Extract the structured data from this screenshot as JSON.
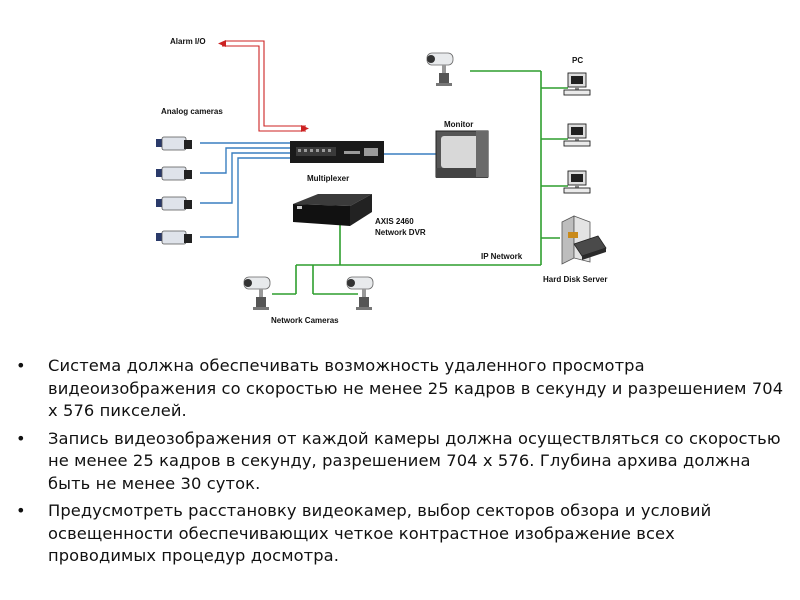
{
  "diagram": {
    "labels": {
      "alarm_io": "Alarm I/O",
      "analog_cameras": "Analog cameras",
      "multiplexer": "Multiplexer",
      "monitor": "Monitor",
      "dvr_line1": "AXIS 2460",
      "dvr_line2": "Network DVR",
      "ip_network": "IP Network",
      "network_cameras": "Network Cameras",
      "pc": "PC",
      "hard_disk_server": "Hard Disk Server"
    },
    "colors": {
      "ip_network_line": "#2e9e2e",
      "analog_line": "#3a7fc0",
      "alarm_line": "#cc2222"
    }
  },
  "bullets": {
    "marker": "•",
    "items": [
      "Система должна обеспечивать возможность удаленного просмотра видеоизображения со скоростью не менее 25 кадров в секунду и разрешением 704 х 576 пикселей.",
      "Запись видеозображения от каждой камеры должна осуществляться со скоростью не менее 25 кадров в секунду, разрешением 704 х 576. Глубина архива должна быть не менее 30 суток.",
      "Предусмотреть расстановку видеокамер, выбор секторов обзора и условий освещенности  обеспечивающих четкое контрастное изображение всех проводимых процедур досмотра."
    ]
  }
}
